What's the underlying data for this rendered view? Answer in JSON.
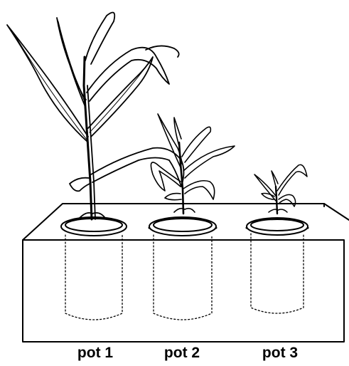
{
  "pots": [
    {
      "label": "pot 1"
    },
    {
      "label": "pot 2"
    },
    {
      "label": "pot 3"
    }
  ],
  "colors": {
    "ink": "#000000",
    "background": "#ffffff"
  }
}
